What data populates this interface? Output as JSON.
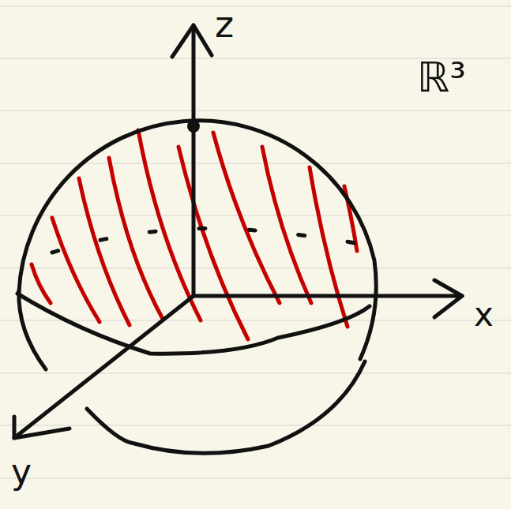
{
  "diagram": {
    "labels": [
      "z",
      "ℝ³",
      "x",
      "y"
    ]
  }
}
